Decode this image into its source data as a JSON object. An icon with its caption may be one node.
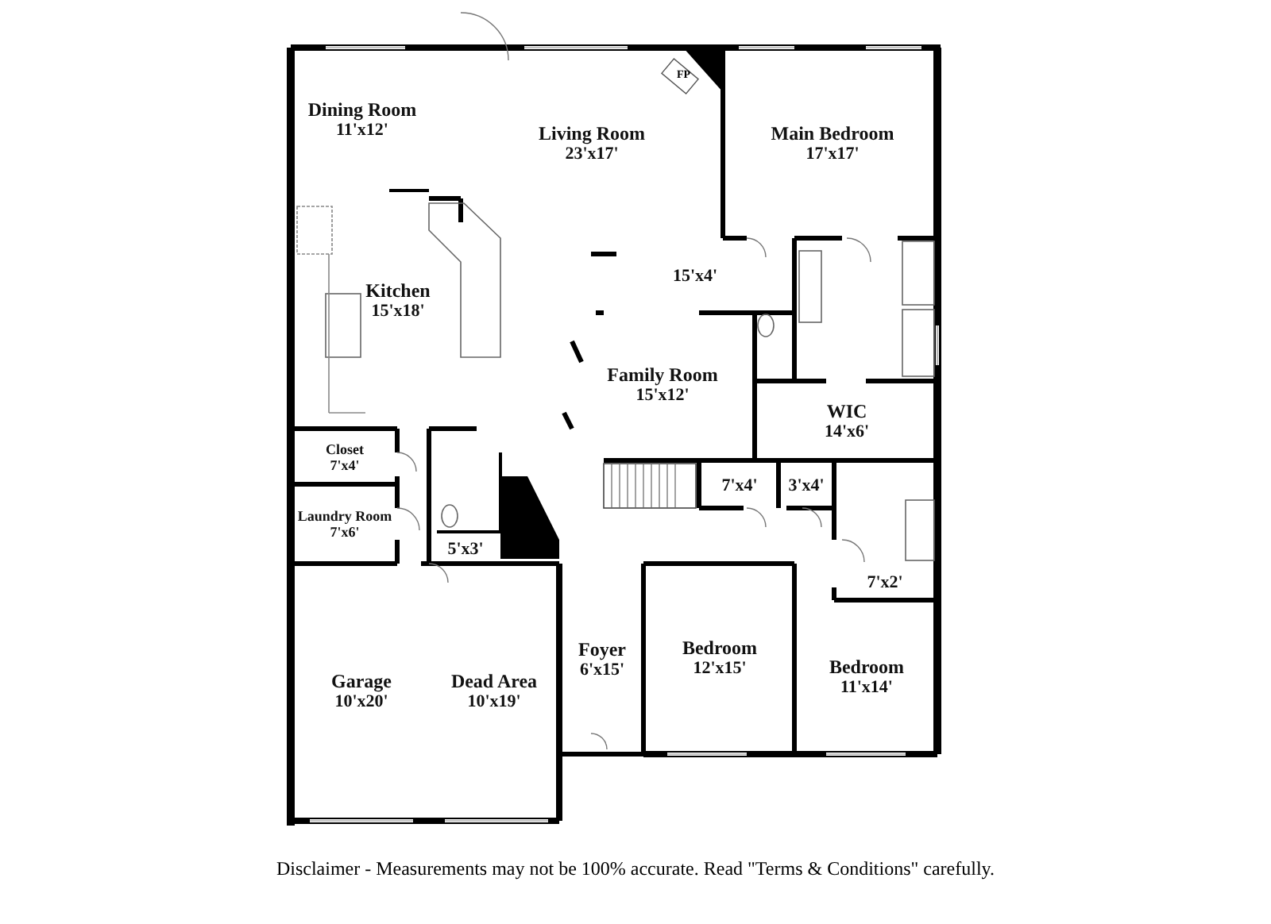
{
  "diagram": {
    "nodes": [
      {
        "text": [
          "Dining Room",
          "11'x12'"
        ]
      },
      {
        "text": [
          "Living Room",
          "23'x17'"
        ]
      },
      {
        "text": [
          "Main Bedroom",
          "17'x17'"
        ]
      },
      {
        "text": [
          "Kitchen",
          "15'x18'"
        ]
      },
      {
        "text": [
          "15'x4'"
        ]
      },
      {
        "text": [
          "Family Room",
          "15'x12'"
        ]
      },
      {
        "text": [
          "WIC",
          "14'x6'"
        ]
      },
      {
        "text": [
          "Closet",
          "7'x4'"
        ]
      },
      {
        "text": [
          "Laundry Room",
          "7'x6'"
        ]
      },
      {
        "text": [
          "5'x3'"
        ]
      },
      {
        "text": [
          "7'x4'"
        ]
      },
      {
        "text": [
          "3'x4'"
        ]
      },
      {
        "text": [
          "7'x2'"
        ]
      },
      {
        "text": [
          "Garage",
          "10'x20'"
        ]
      },
      {
        "text": [
          "Dead Area",
          "10'x19'"
        ]
      },
      {
        "text": [
          "Foyer",
          "6'x15'"
        ]
      },
      {
        "text": [
          "Bedroom",
          "12'x15'"
        ]
      },
      {
        "text": [
          "Bedroom",
          "11'x14'"
        ]
      }
    ],
    "labels": [
      "FP",
      "Disclaimer - Measurements may not be 100% accurate. Read \"Terms & Conditions\" carefully."
    ]
  }
}
